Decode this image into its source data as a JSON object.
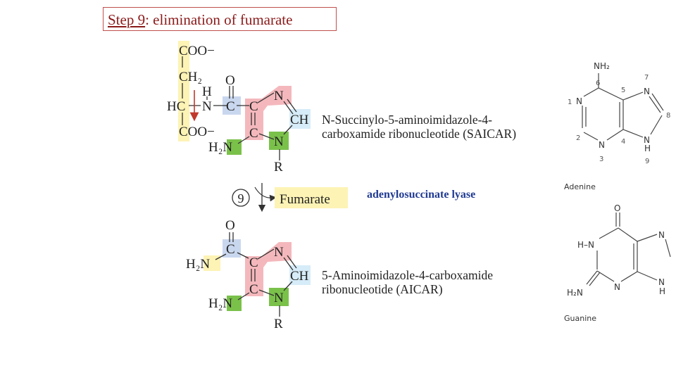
{
  "title": {
    "step": "Step 9",
    "rest": ": elimination of fumarate"
  },
  "saicar": {
    "atoms": {
      "coo_top": "COO−",
      "ch2": "CH₂",
      "h": "H",
      "hc": "HC",
      "n_amide": "N",
      "c_carbonyl": "C",
      "o": "O",
      "c_ring1": "C",
      "n_ring1": "N",
      "ch": "CH",
      "c_ring2": "C",
      "n_ring2": "N",
      "coo_bottom": "COO−",
      "h2n": "H₂N",
      "r": "R"
    },
    "name_line1": "N-Succinylo-5-aminoimidazole-4-",
    "name_line2": "carboxamide ribonucleotide (SAICAR)"
  },
  "step_marker": "9",
  "fumarate": "Fumarate",
  "enzyme": "adenylosuccinate lyase",
  "aicar": {
    "atoms": {
      "o": "O",
      "c_carbonyl": "C",
      "h2n_amide": "H₂N",
      "c_ring1": "C",
      "n_ring1": "N",
      "ch": "CH",
      "c_ring2": "C",
      "n_ring2": "N",
      "h2n": "H₂N",
      "r": "R"
    },
    "name_line1": "5-Aminoimidazole-4-carboxamide",
    "name_line2": "ribonucleotide (AICAR)"
  },
  "adenine": {
    "atoms": {
      "nh2": "NH₂",
      "n1": "N",
      "n3": "N",
      "n7": "N",
      "n9": "N",
      "h9": "H",
      "num1": "1",
      "num2": "2",
      "num3": "3",
      "num4": "4",
      "num5": "5",
      "num6": "6",
      "num7": "7",
      "num8": "8",
      "num9": "9"
    },
    "caption": "Adenine"
  },
  "guanine": {
    "atoms": {
      "o": "O",
      "hn": "H–N",
      "n_ring": "N",
      "n7": "N",
      "nh": "N",
      "h_nh": "H",
      "h2n": "H₂N"
    },
    "caption": "Guanine"
  },
  "colors": {
    "yellow": "#fdf3b5",
    "blue": "#c9d7ee",
    "pink": "#f4b8bc",
    "green": "#7ac14a",
    "lightblue": "#d6ecf8",
    "fumarate_bg": "#fdf3b5",
    "title": "#8b1a1a",
    "enzyme": "#1f3a93",
    "arrow_red": "#c0392b"
  }
}
